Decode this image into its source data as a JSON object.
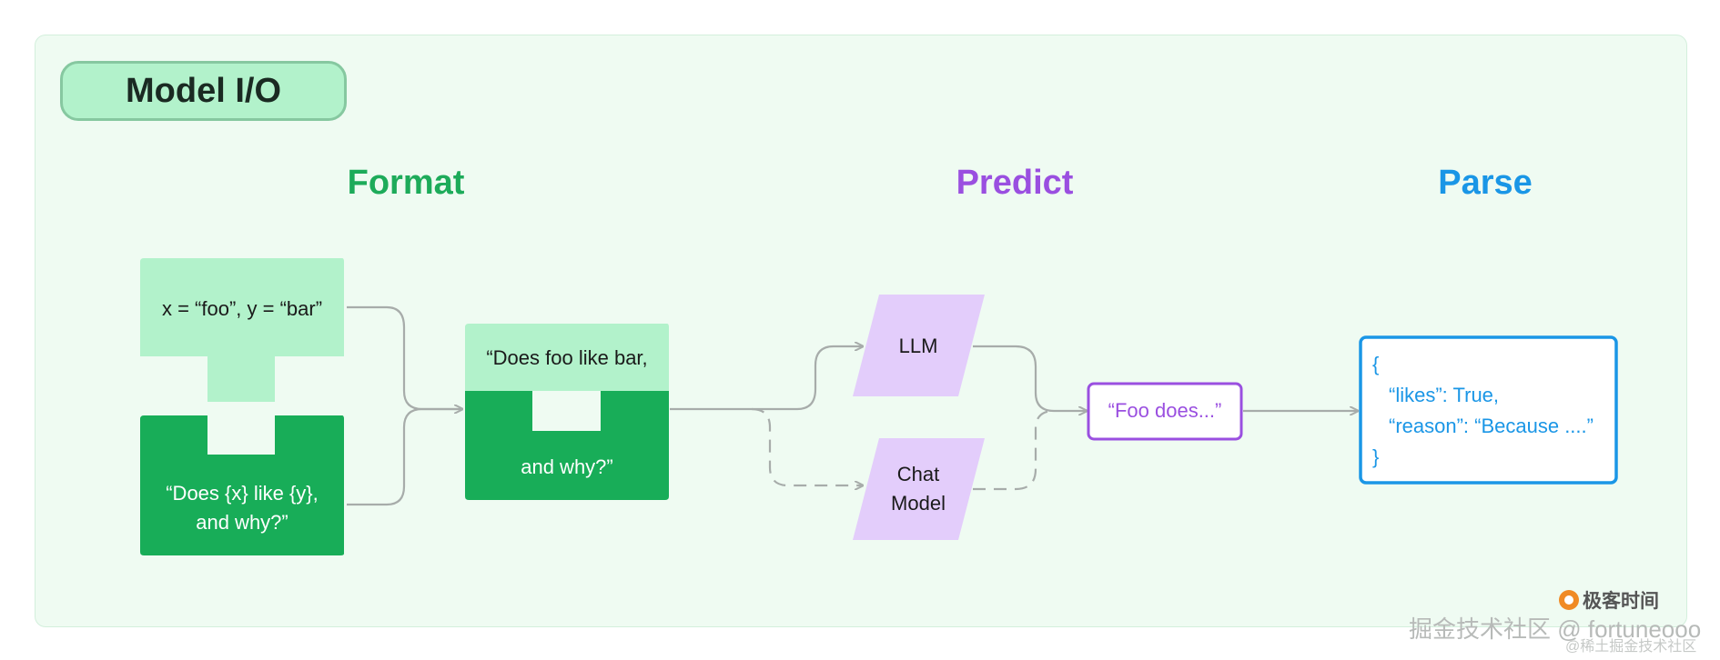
{
  "title": "Model I/O",
  "sections": {
    "format": "Format",
    "predict": "Predict",
    "parse": "Parse"
  },
  "format": {
    "variables": "x = “foo”, y = “bar”",
    "template_line1": "“Does {x} like {y},",
    "template_line2": "and why?”",
    "prompt_line1": "“Does foo like bar,",
    "prompt_line2": "and why?”"
  },
  "predict": {
    "llm": "LLM",
    "chat_line1": "Chat",
    "chat_line2": "Model"
  },
  "output": "“Foo does...”",
  "parse": {
    "line1": "{",
    "line2": "“likes”: True,",
    "line3": "“reason”: “Because ....”",
    "line4": "}"
  },
  "watermarks": {
    "logo_text": "极客时间",
    "line1": "掘金技术社区 @ fortuneooo",
    "line2": "@稀土掘金技术社区"
  },
  "colors": {
    "format_green": "#1dab5a",
    "light_green": "#b2f2cb",
    "dark_green": "#18ad58",
    "predict_purple": "#9a4fe0",
    "llm_fill": "#e3cdfb",
    "parse_blue": "#1a96e6",
    "connector_gray": "#a7acaa"
  }
}
